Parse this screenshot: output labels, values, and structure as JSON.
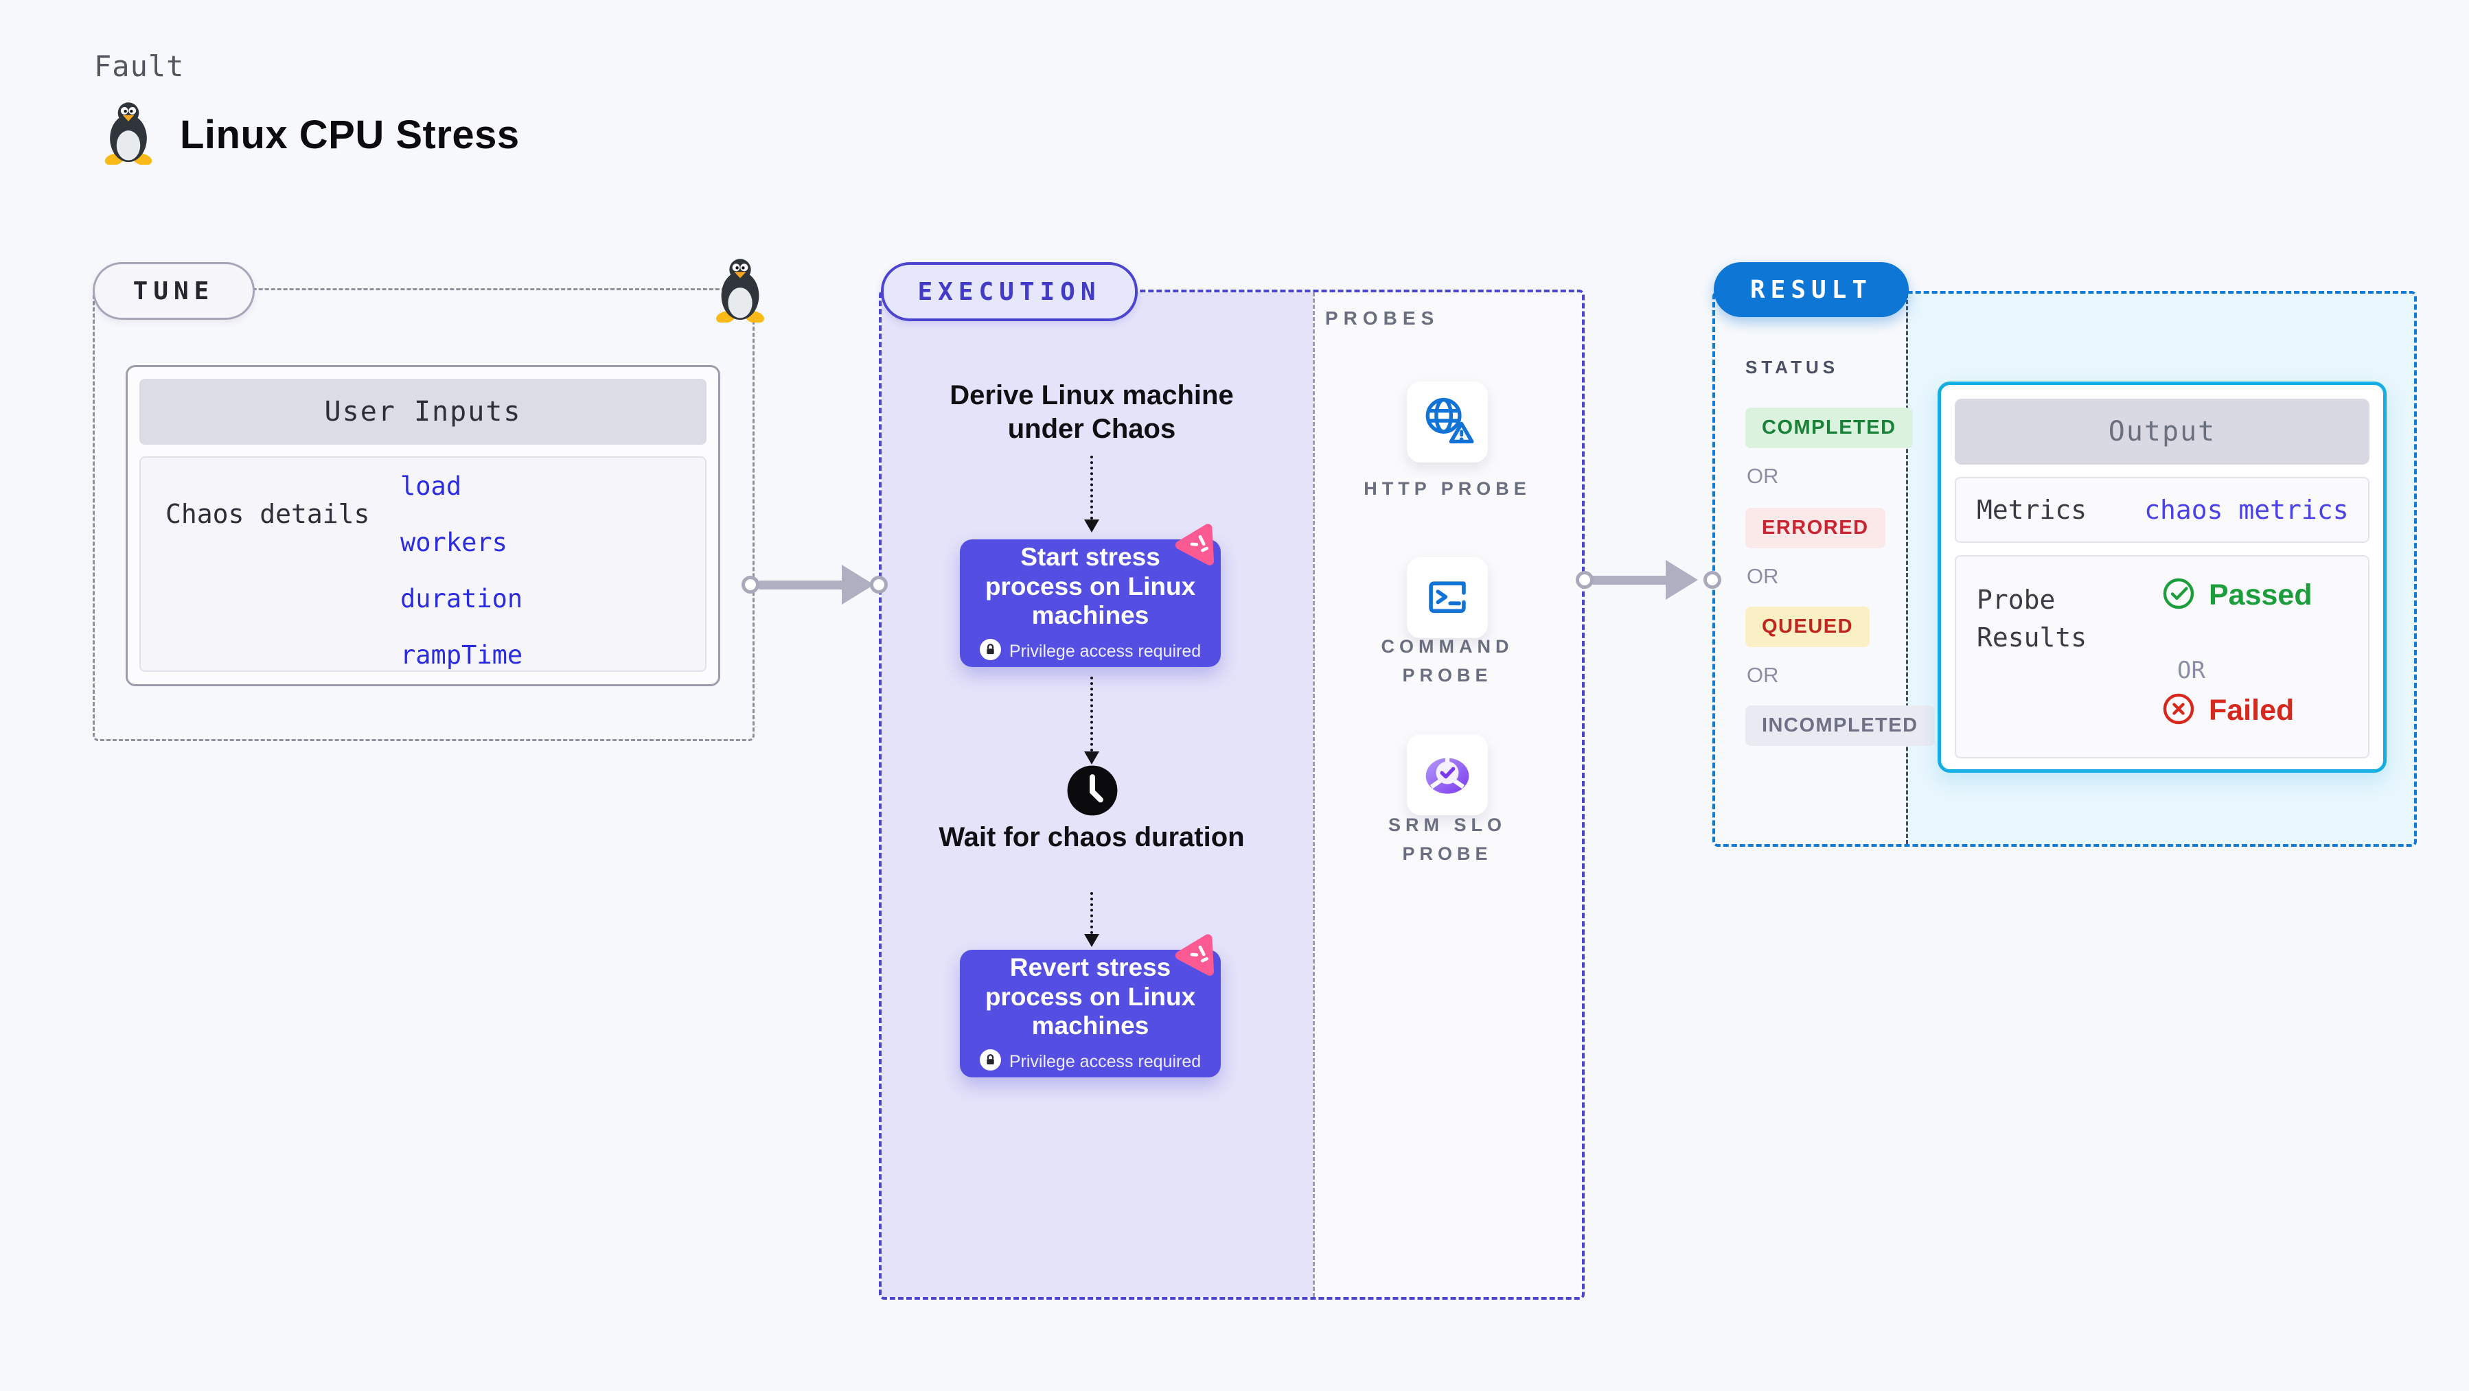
{
  "header": {
    "kicker": "Fault",
    "title": "Linux CPU Stress"
  },
  "tune": {
    "pill": "TUNE",
    "card_header": "User Inputs",
    "row_label": "Chaos details",
    "inputs": [
      "load",
      "workers",
      "duration",
      "rampTime"
    ]
  },
  "execution": {
    "pill": "EXECUTION",
    "derive_text": "Derive Linux machine under Chaos",
    "wait_text": "Wait for chaos duration",
    "steps": [
      {
        "title": "Start stress process on Linux machines",
        "note": "Privilege access required"
      },
      {
        "title": "Revert stress process on Linux machines",
        "note": "Privilege access required"
      }
    ]
  },
  "probes": {
    "label": "PROBES",
    "items": [
      {
        "name": "HTTP PROBE",
        "icon": "globe-alert-icon"
      },
      {
        "name": "COMMAND PROBE",
        "icon": "terminal-icon"
      },
      {
        "name": "SRM SLO PROBE",
        "icon": "slo-donut-icon"
      }
    ]
  },
  "result": {
    "pill": "RESULT",
    "status_label": "STATUS",
    "or": "OR",
    "statuses": [
      {
        "label": "COMPLETED",
        "kind": "completed"
      },
      {
        "label": "ERRORED",
        "kind": "errored"
      },
      {
        "label": "QUEUED",
        "kind": "queued"
      },
      {
        "label": "INCOMPLETED",
        "kind": "incompleted"
      }
    ],
    "output": {
      "header": "Output",
      "metrics_label": "Metrics",
      "metrics_link": "chaos metrics",
      "probe_results_label": "Probe Results",
      "passed": "Passed",
      "or": "OR",
      "failed": "Failed"
    }
  },
  "colors": {
    "accent_indigo": "#4B45CF",
    "node_indigo": "#544FE2",
    "result_blue": "#0E76D4",
    "output_border": "#14AEE4",
    "link_blue": "#2B2BE0",
    "chaos_pink": "#FB5A92",
    "passed_green": "#1D9E3D",
    "failed_red": "#D7281E",
    "completed_bg": "#DBF2DF",
    "completed_text": "#1A8139",
    "errored_bg": "#FBE9E9",
    "errored_text": "#CB2431",
    "queued_bg": "#FBEFC5",
    "queued_text": "#BE271E",
    "incompleted_bg": "#EAEAF2",
    "incompleted_text": "#6E7186"
  }
}
